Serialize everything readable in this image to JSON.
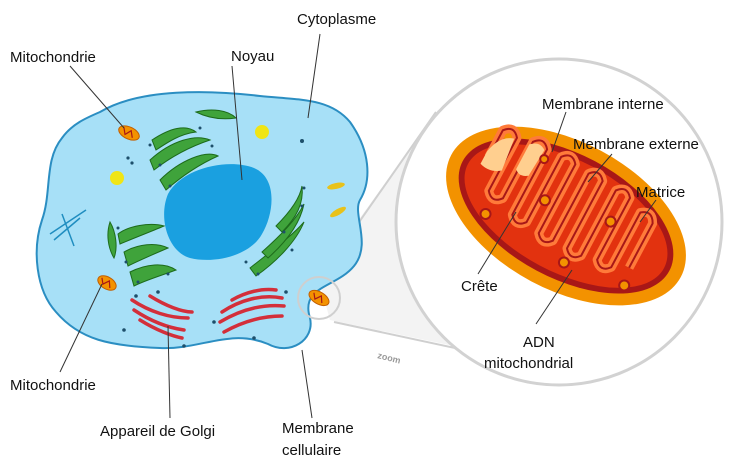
{
  "labels": {
    "cytoplasme": "Cytoplasme",
    "mito_top": "Mitochondrie",
    "noyau": "Noyau",
    "mito_bottom": "Mitochondrie",
    "golgi": "Appareil de Golgi",
    "membrane_cell_1": "Membrane",
    "membrane_cell_2": "cellulaire",
    "membrane_interne": "Membrane interne",
    "membrane_externe": "Membrane externe",
    "matrice": "Matrice",
    "crete": "Crête",
    "adn_1": "ADN",
    "adn_2": "mitochondrial",
    "zoom": "zoom"
  },
  "colors": {
    "cell_fill": "#a7e0f7",
    "cell_stroke": "#2b8ec2",
    "nucleus": "#1aa0e0",
    "er": "#3fa33b",
    "golgi": "#d32f3a",
    "mito_outer": "#f39200",
    "mito_inner": "#e2320f",
    "mito_cristae": "#ff5a1e",
    "mito_dark": "#a81717",
    "zoom_circle": "#d2d2d2"
  }
}
